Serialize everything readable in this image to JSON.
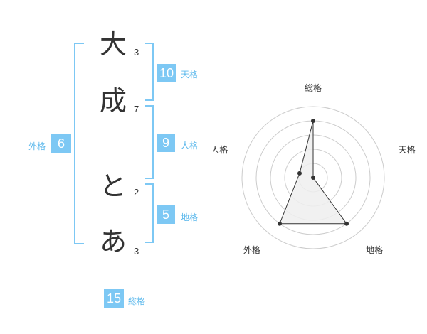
{
  "name": {
    "chars": [
      {
        "char": "大",
        "strokes": "3"
      },
      {
        "char": "成",
        "strokes": "7"
      },
      {
        "char": "と",
        "strokes": "2"
      },
      {
        "char": "あ",
        "strokes": "3"
      }
    ]
  },
  "kaku": {
    "tenkaku": {
      "value": "10",
      "label": "天格"
    },
    "jinkaku": {
      "value": "9",
      "label": "人格"
    },
    "chikaku": {
      "value": "5",
      "label": "地格"
    },
    "gaikaku": {
      "value": "6",
      "label": "外格"
    },
    "soukaku": {
      "value": "15",
      "label": "総格"
    }
  },
  "chart_data": {
    "type": "radar",
    "axes": [
      "総格",
      "天格",
      "地格",
      "外格",
      "人格"
    ],
    "values": [
      4,
      0,
      4,
      4,
      1
    ],
    "max": 5,
    "rings": 5,
    "colors": {
      "fill": "#efefef",
      "stroke": "#333333",
      "grid": "#cccccc",
      "center": "#bbbbbb"
    }
  }
}
